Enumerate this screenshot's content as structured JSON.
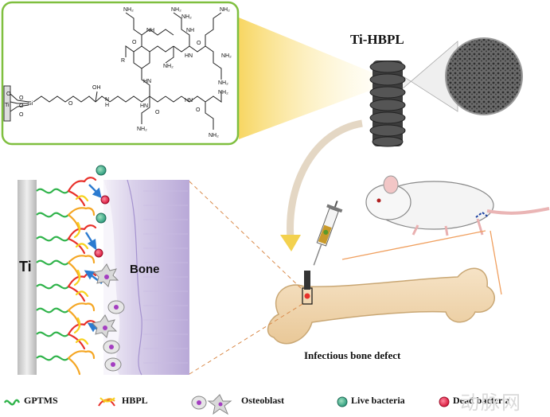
{
  "labels": {
    "implant_title": "Ti-HBPL",
    "ti_side": "Ti",
    "bone_side": "Bone",
    "defect": "Infectious bone defect"
  },
  "chem": {
    "atoms_nh2": "NH₂",
    "atom_nh": "NH",
    "atom_hn": "HN",
    "atom_n": "N",
    "atom_h": "H",
    "atom_o": "O",
    "atom_oh": "OH",
    "atom_si": "Si",
    "atom_ti": "Ti",
    "atom_r": "R"
  },
  "legend": {
    "gptms": "GPTMS",
    "hbpl": "HBPL",
    "osteoblast": "Osteoblast",
    "live": "Live bacteria",
    "dead": "Dead bacteria"
  },
  "watermark": "动脉网",
  "colors": {
    "green_frame": "#7fbf3f",
    "gptms": "#2fb34a",
    "hbpl_red": "#e8302a",
    "hbpl_orange": "#f5a623",
    "hbpl_yellow": "#f7d21e",
    "bone_purple": "#b7a6d6",
    "bone_tan": "#f1d9b5",
    "arrow_blue": "#2b7bd0",
    "live_green": "#2e9d7e",
    "dead_red": "#e8284a"
  },
  "icons": [
    "syringe-icon",
    "mouse-icon",
    "screw-icon",
    "osteoblast-icon",
    "bacteria-icon"
  ]
}
